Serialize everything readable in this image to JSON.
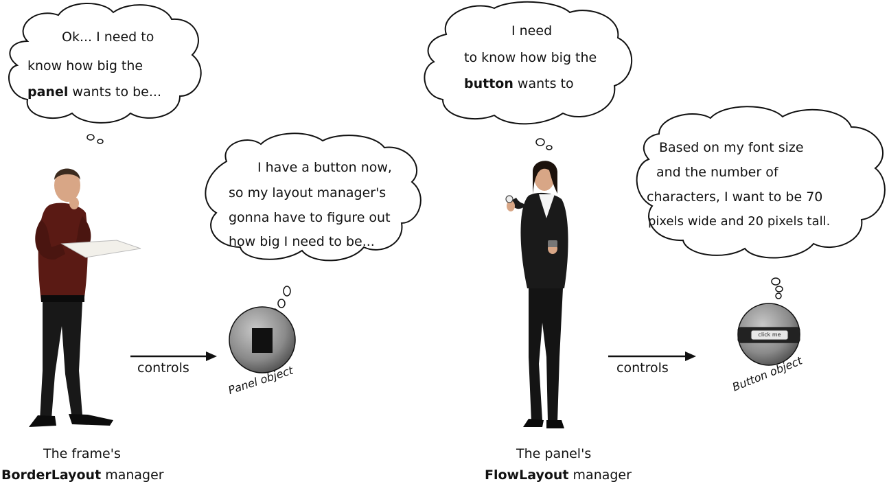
{
  "left": {
    "bubble_top": {
      "line1": "Ok... I need to",
      "line2": "know how big the",
      "line3_bold": "panel",
      "line3_rest": " wants to be..."
    },
    "bubble_panel": {
      "line1": "I have a button now,",
      "line2": "so my layout manager's",
      "line3": "gonna have to figure out",
      "line4": "how big I need to be..."
    },
    "controls": "controls",
    "object_label": "Panel object",
    "caption_line1": "The frame's",
    "caption_bold": "BorderLayout",
    "caption_rest": " manager"
  },
  "right": {
    "bubble_top": {
      "line1": "I need",
      "line2": "to know how big the",
      "line3_bold": "button",
      "line3_rest": " wants to"
    },
    "bubble_button": {
      "line1": "Based on my font size",
      "line2": "and the number of",
      "line3": "characters, I want to be 70",
      "line4": "pixels wide and 20 pixels tall."
    },
    "controls": "controls",
    "object_label": "Button object",
    "button_text": "click me",
    "caption_line1": "The panel's",
    "caption_bold": "FlowLayout",
    "caption_rest": " manager"
  },
  "colors": {
    "ink": "#111111",
    "sphere": "#8a8a8a",
    "suit_dark": "#1a1a1a",
    "shirt_red": "#5a1a14",
    "skin": "#d8a686"
  }
}
